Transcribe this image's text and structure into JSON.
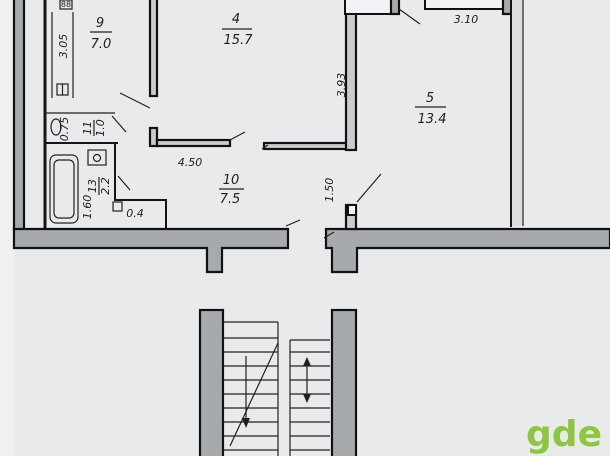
{
  "plan": {
    "corner_mark": "88",
    "rooms": {
      "room9": {
        "number": "9",
        "area": "7.0"
      },
      "room4": {
        "number": "4",
        "area": "15.7"
      },
      "room5": {
        "number": "5",
        "area": "13.4"
      },
      "room10": {
        "number": "10",
        "area": "7.5"
      },
      "room13": {
        "number": "13",
        "area": "2.2"
      },
      "room11": {
        "number": "11",
        "area": "1.0"
      }
    },
    "dimensions": {
      "d305": "3.05",
      "d393": "3.93",
      "d310": "3.10",
      "d450": "4.50",
      "d150": "1.50",
      "d160": "1.60",
      "d04": "0.4",
      "d075": "0.75"
    }
  },
  "watermark": {
    "text": "gde",
    "color": "#8dc63f"
  },
  "colors": {
    "paper": "#e8eaec",
    "wall_fill": "#a7aaad",
    "ink": "#161616"
  }
}
